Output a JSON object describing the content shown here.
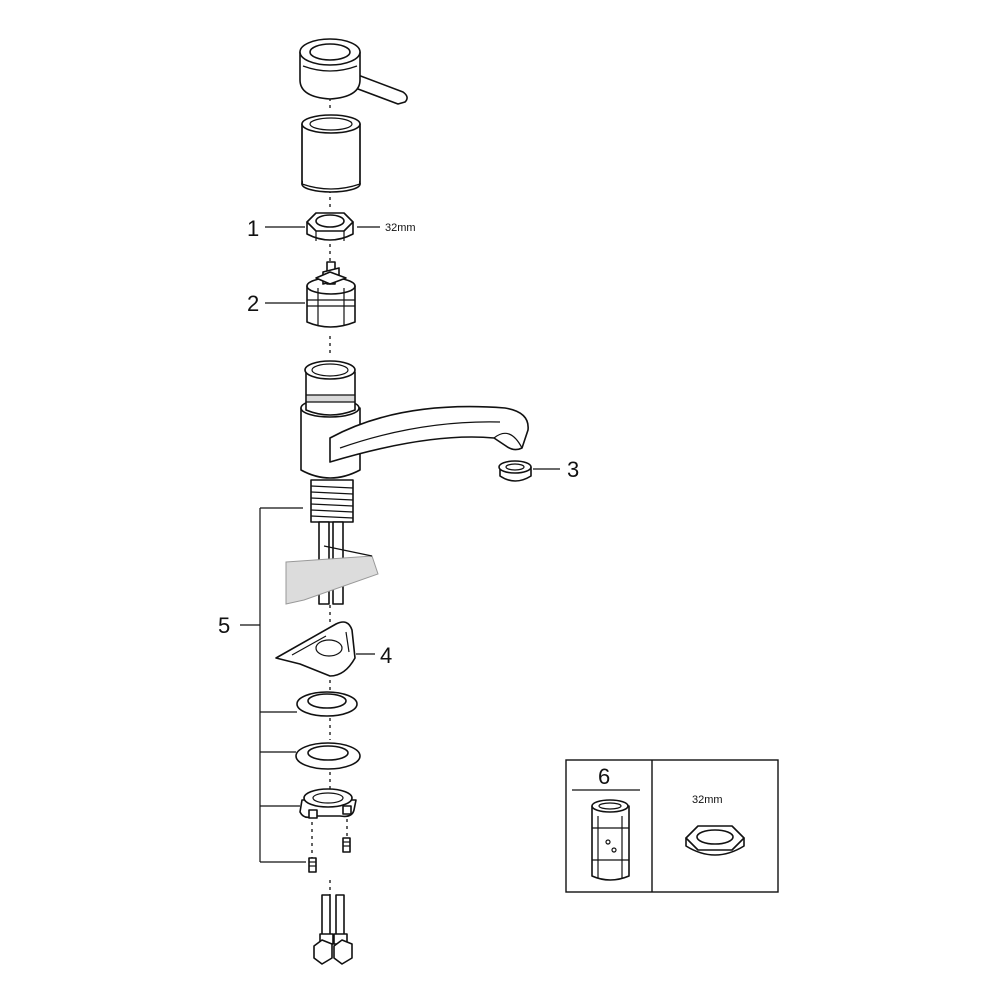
{
  "callouts": {
    "p1": "1",
    "p2": "2",
    "p3": "3",
    "p4": "4",
    "p5": "5",
    "p6": "6"
  },
  "dimensions": {
    "nut_size_main": "32mm",
    "nut_size_inset": "32mm"
  },
  "colors": {
    "line": "#111111",
    "shade": "#d9d9d9",
    "background": "#ffffff"
  }
}
